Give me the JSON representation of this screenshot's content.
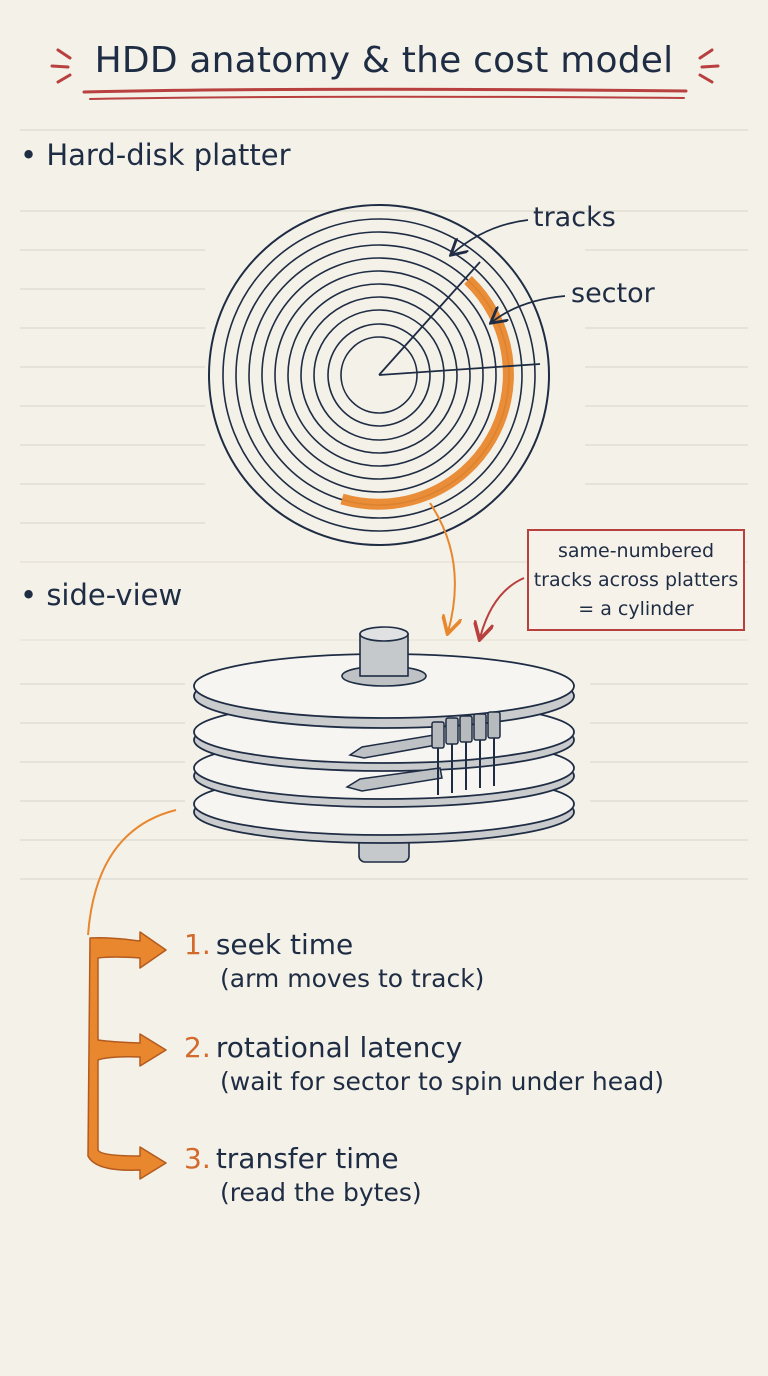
{
  "title": "HDD anatomy & the cost model",
  "sections": {
    "platter": "Hard-disk platter",
    "side_view": "side-view"
  },
  "labels": {
    "tracks": "tracks",
    "sector": "sector"
  },
  "note": {
    "lines": [
      "same-numbered",
      "tracks across platters",
      "= a cylinder"
    ]
  },
  "steps": [
    {
      "number": "1.",
      "title": "seek time",
      "detail": "(arm moves to track)"
    },
    {
      "number": "2.",
      "title": "rotational latency",
      "detail": "(wait for sector to spin under head)"
    },
    {
      "number": "3.",
      "title": "transfer time",
      "detail": "(read the bytes)"
    }
  ],
  "colors": {
    "ink": "#1e2c44",
    "accent_orange": "#e8872e",
    "accent_red": "#b8403f",
    "paper": "#f4f1e8",
    "rule_line": "#dcd9cf"
  }
}
